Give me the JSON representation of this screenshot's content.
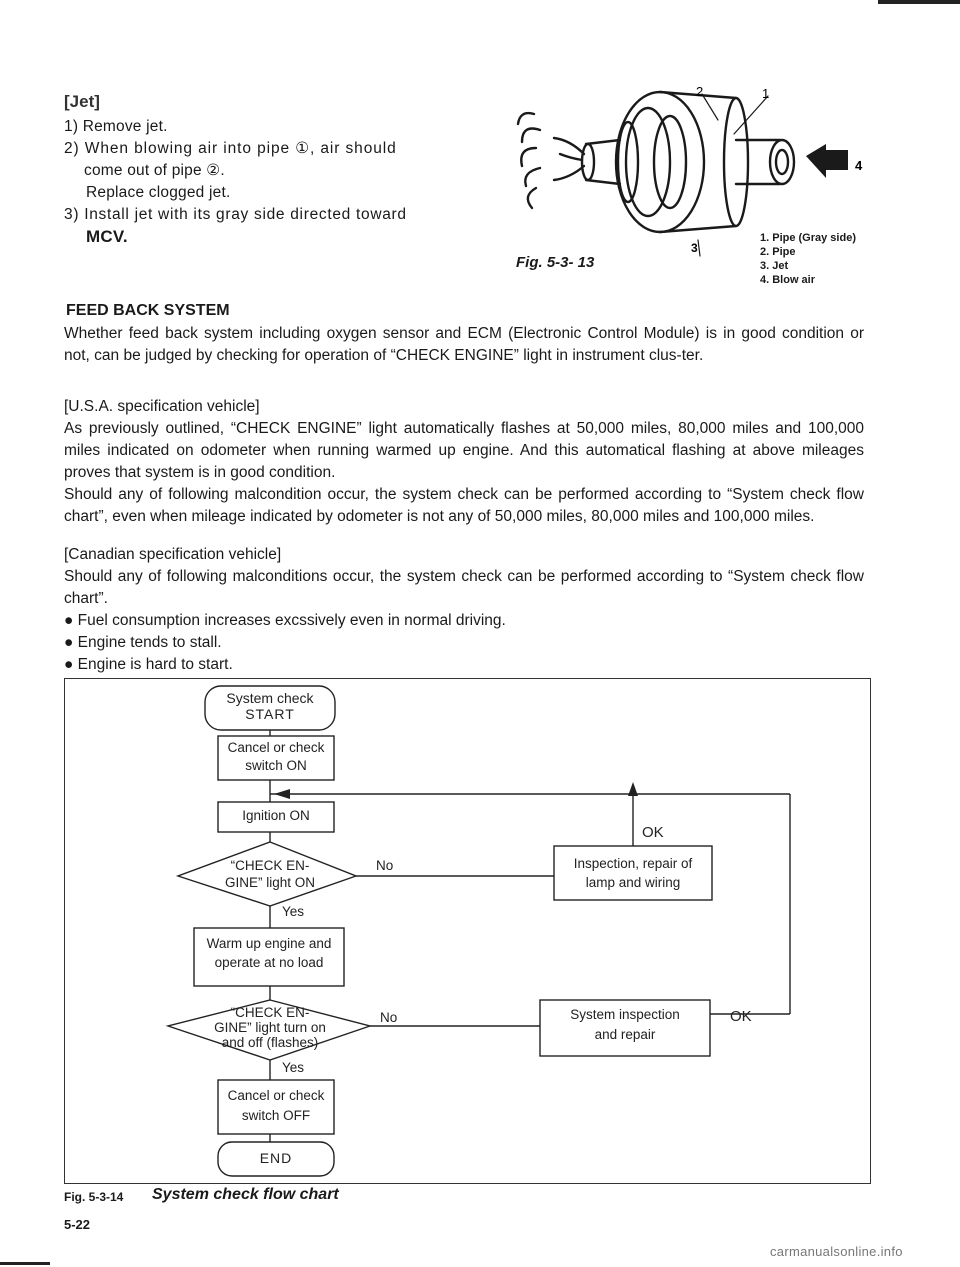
{
  "jet": {
    "title": "[Jet]",
    "step1": "1) Remove jet.",
    "step2_a": "2) When blowing air into pipe ①, air should",
    "step2_b": "come out of pipe ②.",
    "step2_c": "Replace clogged jet.",
    "step3_a": "3) Install jet with its gray side directed toward",
    "step3_b": "MCV."
  },
  "figure_13": {
    "callouts": [
      "1",
      "2",
      "3",
      "4"
    ],
    "legend": [
      "1. Pipe (Gray side)",
      "2. Pipe",
      "3. Jet",
      "4. Blow air"
    ],
    "caption": "Fig. 5-3- 13"
  },
  "feedback": {
    "title": "FEED BACK SYSTEM",
    "intro": "Whether feed back system including oxygen sensor and ECM (Electronic Control Module) is in good condition or not, can be judged by checking for operation of “CHECK ENGINE” light in instrument clus-ter.",
    "usa_heading": "[U.S.A. specification vehicle]",
    "usa_p1": "As previously outlined, “CHECK ENGINE” light automatically flashes at 50,000 miles, 80,000 miles and 100,000 miles indicated on odometer when running warmed up engine. And this automatical flashing at above mileages proves that system is in good condition.",
    "usa_p2": "Should any of following malcondition occur, the system check can be performed according to “System check flow chart”, even when mileage indicated by odometer is not any of 50,000 miles, 80,000 miles and 100,000 miles.",
    "can_heading": "[Canadian specification vehicle]",
    "can_p1": "Should any of following malconditions occur, the system check can be performed according to “System check flow chart”.",
    "bullets": [
      "Fuel consumption increases excssively even in normal driving.",
      "Engine tends to stall.",
      "Engine is hard to start."
    ]
  },
  "flowchart": {
    "start_1": "System check",
    "start_2": "START",
    "cancel_on_1": "Cancel or check",
    "cancel_on_2": "switch ON",
    "ignition": "Ignition ON",
    "check1_1": "“CHECK EN-",
    "check1_2": "GINE” light ON",
    "no_1": "No",
    "yes_1": "Yes",
    "ok_1": "OK",
    "repair_1": "Inspection, repair of",
    "repair_2": "lamp and wiring",
    "warm_1": "Warm up engine and",
    "warm_2": "operate at no load",
    "check2_1": "“CHECK EN-",
    "check2_2": "GINE” light turn on",
    "check2_3": "and off (flashes)",
    "no_2": "No",
    "yes_2": "Yes",
    "ok_2": "OK",
    "sysrep_1": "System inspection",
    "sysrep_2": "and repair",
    "cancel_off_1": "Cancel or check",
    "cancel_off_2": "switch OFF",
    "end": "END"
  },
  "chart_caption_label": "Fig. 5-3-14",
  "chart_caption_title": "System check flow chart",
  "page_number": "5-22",
  "watermark": "carmanualsonline.info"
}
